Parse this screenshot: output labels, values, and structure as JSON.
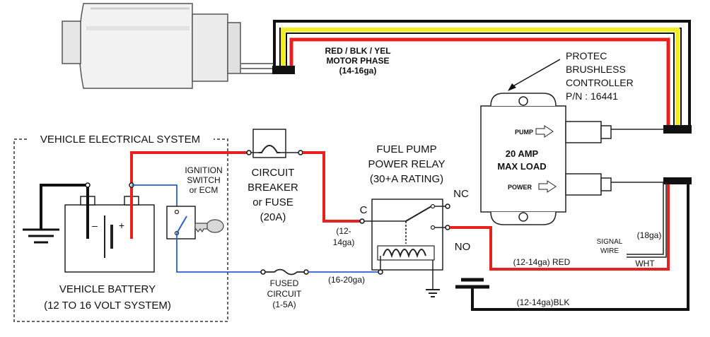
{
  "labels": {
    "vehicle_system": "VEHICLE ELECTRICAL SYSTEM",
    "ignition": [
      "IGNITION",
      "SWITCH",
      "or ECM"
    ],
    "battery": [
      "VEHICLE BATTERY",
      "(12 TO 16 VOLT SYSTEM)"
    ],
    "battery_minus": "–",
    "battery_plus": "+",
    "breaker": [
      "CIRCUIT",
      "BREAKER",
      "or FUSE",
      "(20A)"
    ],
    "relay_title": [
      "FUEL PUMP",
      "POWER RELAY",
      "(30+A RATING)"
    ],
    "relay_c": "C",
    "relay_nc": "NC",
    "relay_no": "NO",
    "gauge_c": [
      "(12-",
      "14ga)"
    ],
    "fused": [
      "FUSED",
      "CIRCUIT",
      "(1-5A)"
    ],
    "gauge_fused": "(16-20ga)",
    "motor_phase": [
      "RED / BLK / YEL",
      "MOTOR PHASE",
      "(14-16ga)"
    ],
    "controller": [
      "PROTEC",
      "BRUSHLESS",
      "CONTROLLER",
      "P/N : 16441"
    ],
    "ctrl_pump": "PUMP",
    "ctrl_power": "POWER",
    "ctrl_load": [
      "20 AMP",
      "MAX LOAD"
    ],
    "signal_wire": [
      "SIGNAL",
      "WIRE"
    ],
    "gauge_signal": "(18ga)",
    "wht": "WHT",
    "red_wire": "(12-14ga)  RED",
    "blk_wire": "(12-14ga)BLK"
  },
  "colors": {
    "wire_red": "#e8211f",
    "wire_black": "#111111",
    "wire_blue": "#2a5fd1",
    "wire_yellow": "#f4ec1c"
  }
}
